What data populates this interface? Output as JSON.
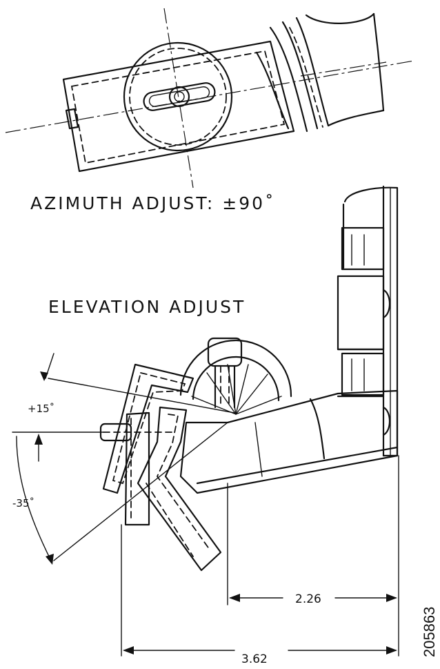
{
  "labels": {
    "azimuth_adjust": "AZIMUTH ADJUST: ±90˚",
    "elevation_adjust": "ELEVATION ADJUST",
    "angle_up": "+15˚",
    "angle_down": "-35˚",
    "dim_small": "2.26",
    "dim_large": "3.62",
    "figure_id": "205863"
  }
}
